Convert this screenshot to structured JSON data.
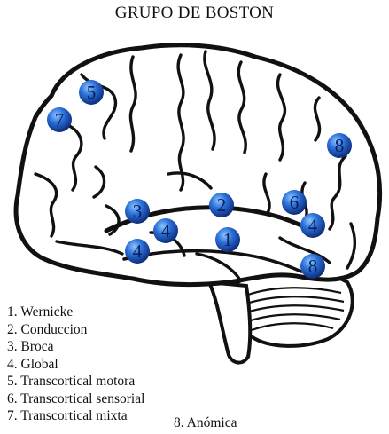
{
  "title": "GRUPO DE BOSTON",
  "colors": {
    "outline": "#111111",
    "marker_fill": "#2a6fd8",
    "marker_dark": "#0d2a78",
    "marker_text": "#0a1f55"
  },
  "markers": [
    "5",
    "7",
    "8",
    "3",
    "2",
    "6",
    "4",
    "4",
    "1",
    "4",
    "8"
  ],
  "legend": [
    "1. Wernicke",
    "2. Conduccion",
    "3. Broca",
    "4. Global",
    "5. Transcortical motora",
    "6. Transcortical sensorial",
    "7. Transcortical mixta"
  ],
  "legend_extra": "8. Anómica"
}
